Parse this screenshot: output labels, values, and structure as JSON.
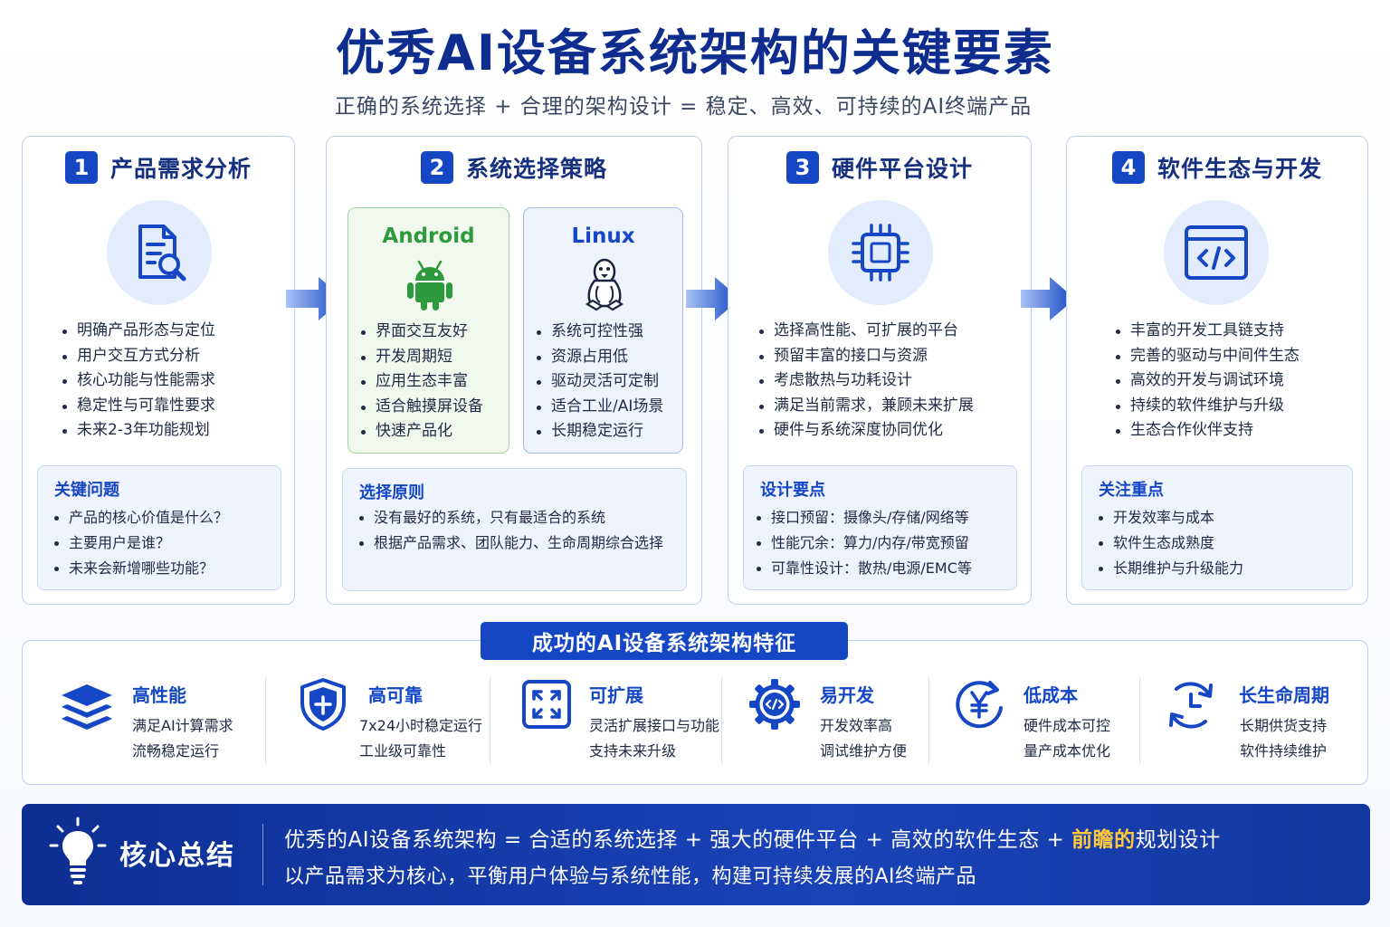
{
  "title": "优秀AI设备系统架构的关键要素",
  "subtitle": "正确的系统选择 + 合理的架构设计 = 稳定、高效、可持续的AI终端产品",
  "colors": {
    "primary": "#1546c4",
    "dark": "#0f2d8f",
    "android": "#2e9a3e",
    "linux": "#1546c4",
    "highlight": "#ffc83d"
  },
  "cards": [
    {
      "num": "1",
      "title": "产品需求分析",
      "icon": "document-search-icon",
      "bullets": [
        "明确产品形态与定位",
        "用户交互方式分析",
        "核心功能与性能需求",
        "稳定性与可靠性要求",
        "未来2-3年功能规划"
      ],
      "box": {
        "title": "关键问题",
        "items": [
          "产品的核心价值是什么？",
          "主要用户是谁？",
          "未来会新增哪些功能？"
        ]
      }
    },
    {
      "num": "2",
      "title": "系统选择策略",
      "android": {
        "name": "Android",
        "icon": "android-icon",
        "bullets": [
          "界面交互友好",
          "开发周期短",
          "应用生态丰富",
          "适合触摸屏设备",
          "快速产品化"
        ]
      },
      "linux": {
        "name": "Linux",
        "icon": "linux-penguin-icon",
        "bullets": [
          "系统可控性强",
          "资源占用低",
          "驱动灵活可定制",
          "适合工业/AI场景",
          "长期稳定运行"
        ]
      },
      "box": {
        "title": "选择原则",
        "items": [
          "没有最好的系统，只有最适合的系统",
          "根据产品需求、团队能力、生命周期综合选择"
        ]
      }
    },
    {
      "num": "3",
      "title": "硬件平台设计",
      "icon": "chip-icon",
      "bullets": [
        "选择高性能、可扩展的平台",
        "预留丰富的接口与资源",
        "考虑散热与功耗设计",
        "满足当前需求，兼顾未来扩展",
        "硬件与系统深度协同优化"
      ],
      "box": {
        "title": "设计要点",
        "items": [
          "接口预留：摄像头/存储/网络等",
          "性能冗余：算力/内存/带宽预留",
          "可靠性设计：散热/电源/EMC等"
        ]
      }
    },
    {
      "num": "4",
      "title": "软件生态与开发",
      "icon": "code-window-icon",
      "bullets": [
        "丰富的开发工具链支持",
        "完善的驱动与中间件生态",
        "高效的开发与调试环境",
        "持续的软件维护与升级",
        "生态合作伙伴支持"
      ],
      "box": {
        "title": "关注重点",
        "items": [
          "开发效率与成本",
          "软件生态成熟度",
          "长期维护与升级能力"
        ]
      }
    }
  ],
  "features_title": "成功的AI设备系统架构特征",
  "features": [
    {
      "title": "高性能",
      "icon": "layers-icon",
      "lines": [
        "满足AI计算需求",
        "流畅稳定运行"
      ]
    },
    {
      "title": "高可靠",
      "icon": "shield-icon",
      "lines": [
        "7x24小时稳定运行",
        "工业级可靠性"
      ]
    },
    {
      "title": "可扩展",
      "icon": "expand-icon",
      "lines": [
        "灵活扩展接口与功能",
        "支持未来升级"
      ]
    },
    {
      "title": "易开发",
      "icon": "gear-code-icon",
      "lines": [
        "开发效率高",
        "调试维护方便"
      ]
    },
    {
      "title": "低成本",
      "icon": "yen-cycle-icon",
      "lines": [
        "硬件成本可控",
        "量产成本优化"
      ]
    },
    {
      "title": "长生命周期",
      "icon": "clock-cycle-icon",
      "lines": [
        "长期供货支持",
        "软件持续维护"
      ]
    }
  ],
  "summary": {
    "label": "核心总结",
    "icon": "lightbulb-icon",
    "line1_a": "优秀的AI设备系统架构 = 合适的系统选择 + 强大的硬件平台 + 高效的软件生态 + ",
    "line1_highlight": "前瞻的",
    "line1_b": "规划设计",
    "line2": "以产品需求为核心，平衡用户体验与系统性能，构建可持续发展的AI终端产品"
  }
}
